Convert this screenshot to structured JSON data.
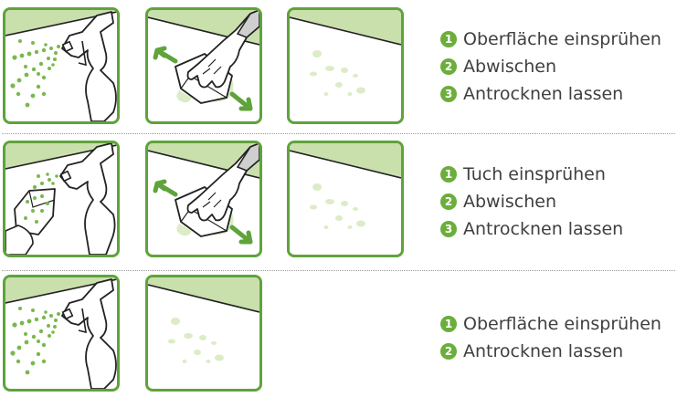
{
  "accent_color": "#6cae3c",
  "rows": [
    {
      "panels": [
        {
          "icon": "spray-surface-icon"
        },
        {
          "icon": "wipe-cloth-icon"
        },
        {
          "icon": "dry-surface-icon"
        }
      ],
      "steps": [
        {
          "num": "1",
          "label": "Oberfläche einsprühen"
        },
        {
          "num": "2",
          "label": "Abwischen"
        },
        {
          "num": "3",
          "label": "Antrocknen lassen"
        }
      ]
    },
    {
      "panels": [
        {
          "icon": "spray-cloth-icon"
        },
        {
          "icon": "wipe-cloth-icon"
        },
        {
          "icon": "dry-surface-icon"
        }
      ],
      "steps": [
        {
          "num": "1",
          "label": "Tuch einsprühen"
        },
        {
          "num": "2",
          "label": "Abwischen"
        },
        {
          "num": "3",
          "label": "Antrocknen lassen"
        }
      ]
    },
    {
      "panels": [
        {
          "icon": "spray-surface-icon"
        },
        {
          "icon": "dry-surface-icon"
        }
      ],
      "steps": [
        {
          "num": "1",
          "label": "Oberfläche einsprühen"
        },
        {
          "num": "2",
          "label": "Antrocknen lassen"
        }
      ]
    }
  ]
}
